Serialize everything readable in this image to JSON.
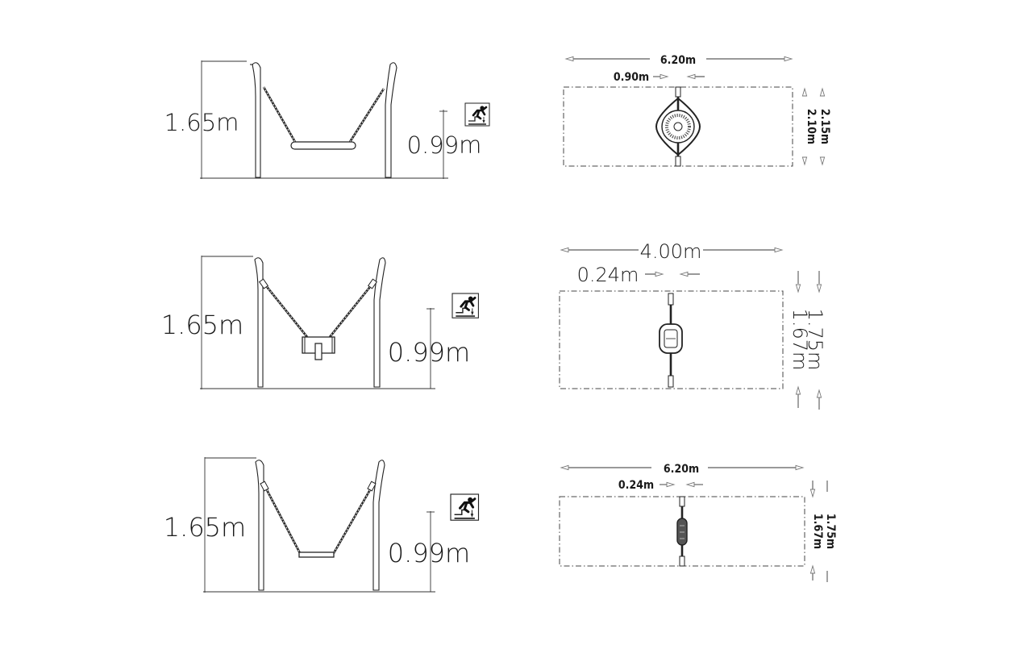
{
  "views": [
    {
      "side": {
        "seat": "nest",
        "height_label": "1.65m",
        "seat_height_label": "0.99m",
        "fall_icon": "fall-height-icon"
      },
      "plan": {
        "length_label": "6.20m",
        "seat_width_label": "0.90m",
        "width_label_outer": "2.15m",
        "width_label_inner": "2.10m"
      }
    },
    {
      "side": {
        "seat": "cradle",
        "height_label": "1.65m",
        "seat_height_label": "0.99m",
        "fall_icon": "fall-height-icon"
      },
      "plan": {
        "length_label": "4.00m",
        "seat_width_label": "0.24m",
        "width_label_outer": "1.75m",
        "width_label_inner": "1.67m"
      }
    },
    {
      "side": {
        "seat": "flat",
        "height_label": "1.65m",
        "seat_height_label": "0.99m",
        "fall_icon": "fall-height-icon"
      },
      "plan": {
        "length_label": "6.20m",
        "seat_width_label": "0.24m",
        "width_label_outer": "1.75m",
        "width_label_inner": "1.67m"
      }
    }
  ],
  "colors": {
    "ink": "#1a1a1a",
    "line": "#333333",
    "arrow": "#777777"
  }
}
